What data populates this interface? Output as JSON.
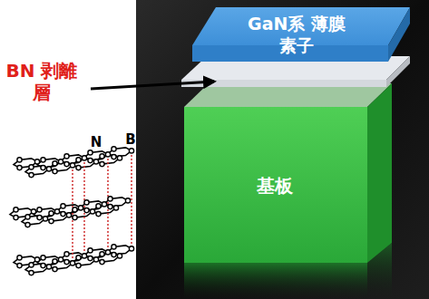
{
  "diagram": {
    "nodes": [
      {
        "text": [
          "GaN系 薄膜素子"
        ]
      },
      {
        "text": [
          "基板"
        ]
      }
    ],
    "labels": [
      "BN 剥離層",
      "N",
      "B"
    ]
  }
}
